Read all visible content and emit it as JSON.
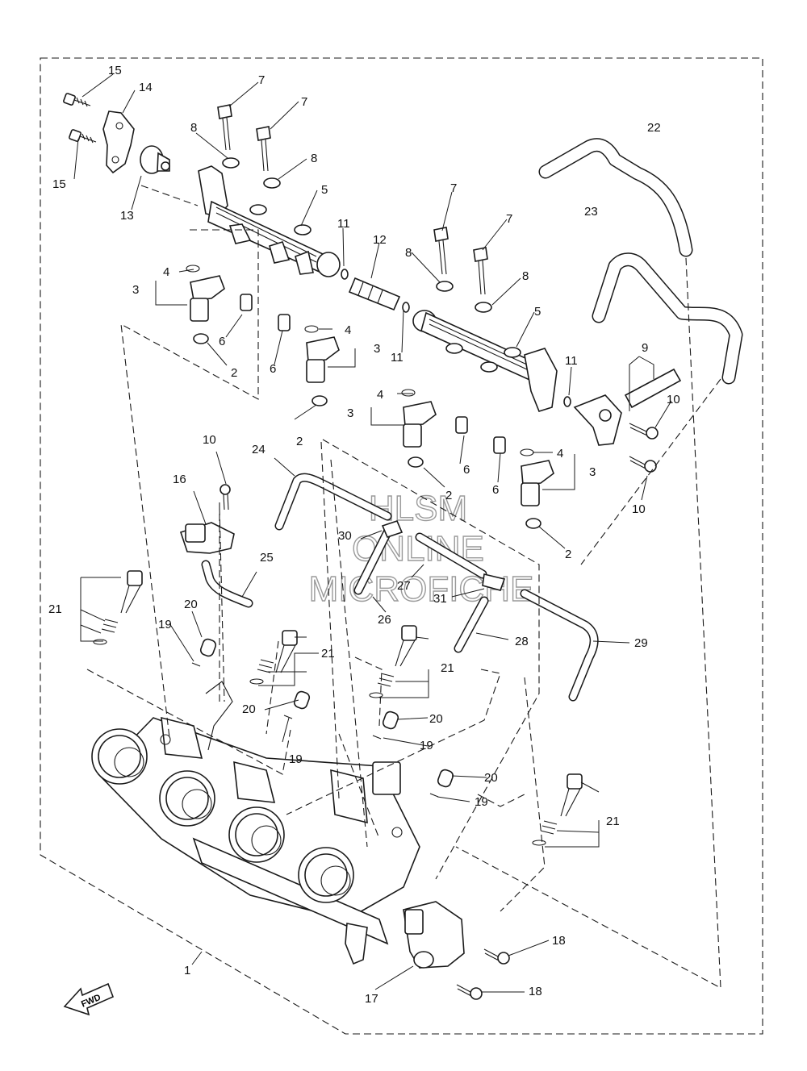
{
  "watermark": {
    "line1": "HLSM",
    "line2": "ONLINE",
    "line3": "MICROFICHE"
  },
  "fwd_arrow": {
    "label": "FWD",
    "icon": "fwd-arrow-icon"
  },
  "callouts": {
    "c1": "1",
    "c2a": "2",
    "c2b": "2",
    "c2c": "2",
    "c2d": "2",
    "c3a": "3",
    "c3b": "3",
    "c3c": "3",
    "c3d": "3",
    "c4a": "4",
    "c4b": "4",
    "c4c": "4",
    "c4d": "4",
    "c5a": "5",
    "c5b": "5",
    "c6a": "6",
    "c6b": "6",
    "c6c": "6",
    "c6d": "6",
    "c7a": "7",
    "c7b": "7",
    "c7c": "7",
    "c7d": "7",
    "c8a": "8",
    "c8b": "8",
    "c8c": "8",
    "c8d": "8",
    "c9": "9",
    "c10a": "10",
    "c10b": "10",
    "c10c": "10",
    "c11a": "11",
    "c11b": "11",
    "c11c": "11",
    "c12": "12",
    "c13": "13",
    "c14": "14",
    "c15a": "15",
    "c15b": "15",
    "c16": "16",
    "c17": "17",
    "c18a": "18",
    "c18b": "18",
    "c19a": "19",
    "c19b": "19",
    "c19c": "19",
    "c19d": "19",
    "c20a": "20",
    "c20b": "20",
    "c20c": "20",
    "c20d": "20",
    "c21a": "21",
    "c21b": "21",
    "c21c": "21",
    "c21d": "21",
    "c22": "22",
    "c23": "23",
    "c24": "24",
    "c25": "25",
    "c26": "26",
    "c27": "27",
    "c28": "28",
    "c29": "29",
    "c30": "30",
    "c31": "31"
  }
}
